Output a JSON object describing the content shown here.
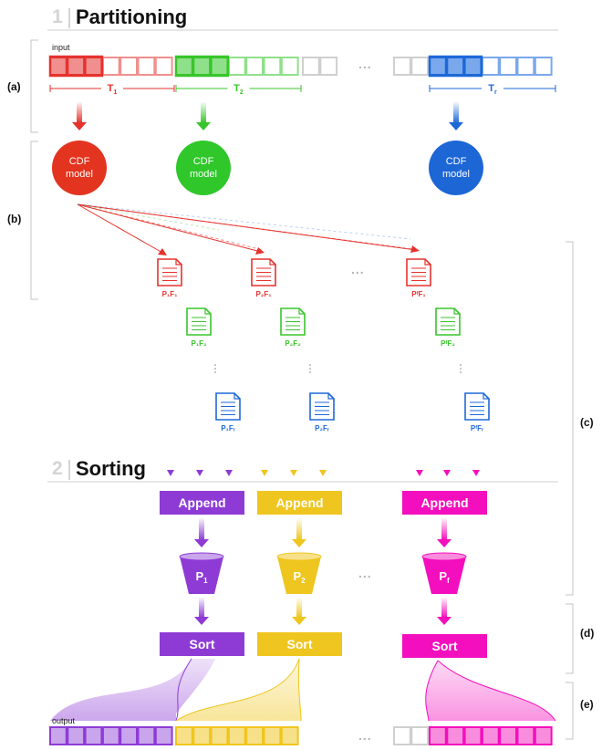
{
  "sections": {
    "partitioning": {
      "number": "1",
      "title": "Partitioning"
    },
    "sorting": {
      "number": "2",
      "title": "Sorting"
    }
  },
  "labels": {
    "input": "input",
    "output": "output",
    "ellipsis": "..."
  },
  "steps": {
    "a": "(a)",
    "b": "(b)",
    "c": "(c)",
    "d": "(d)",
    "e": "(e)"
  },
  "threads": [
    {
      "label": "T",
      "sub": "1",
      "color": "#e5322d",
      "light": "#f08f8d"
    },
    {
      "label": "T",
      "sub": "2",
      "color": "#38c52b",
      "light": "#8fe08a"
    },
    {
      "label": "T",
      "sub": "r",
      "color": "#1d68d8",
      "light": "#7aa8ec"
    }
  ],
  "cdf_models": [
    {
      "line1": "CDF",
      "line2": "model",
      "color": "#e3341f"
    },
    {
      "line1": "CDF",
      "line2": "model",
      "color": "#2fc72a"
    },
    {
      "line1": "CDF",
      "line2": "model",
      "color": "#1d66d6"
    }
  ],
  "file_labels": {
    "g1": [
      "P₁F₁",
      "P₁F₂",
      "P₁Fᵣ"
    ],
    "g2": [
      "P₂F₁",
      "P₂F₂",
      "P₂Fᵣ"
    ],
    "g3": [
      "PᶠF₁",
      "PᶠF₂",
      "PᶠFᵣ"
    ]
  },
  "partitions": [
    {
      "append": "Append",
      "bucket": "P",
      "sub": "1",
      "sort": "Sort",
      "color": "#8e3bd6",
      "light": "#c9a5ec"
    },
    {
      "append": "Append",
      "bucket": "P",
      "sub": "2",
      "sort": "Sort",
      "color": "#efc61f",
      "light": "#f7e08a"
    },
    {
      "append": "Append",
      "bucket": "P",
      "sub": "f",
      "sort": "Sort",
      "color": "#f30fbd",
      "light": "#f98ddd"
    }
  ]
}
